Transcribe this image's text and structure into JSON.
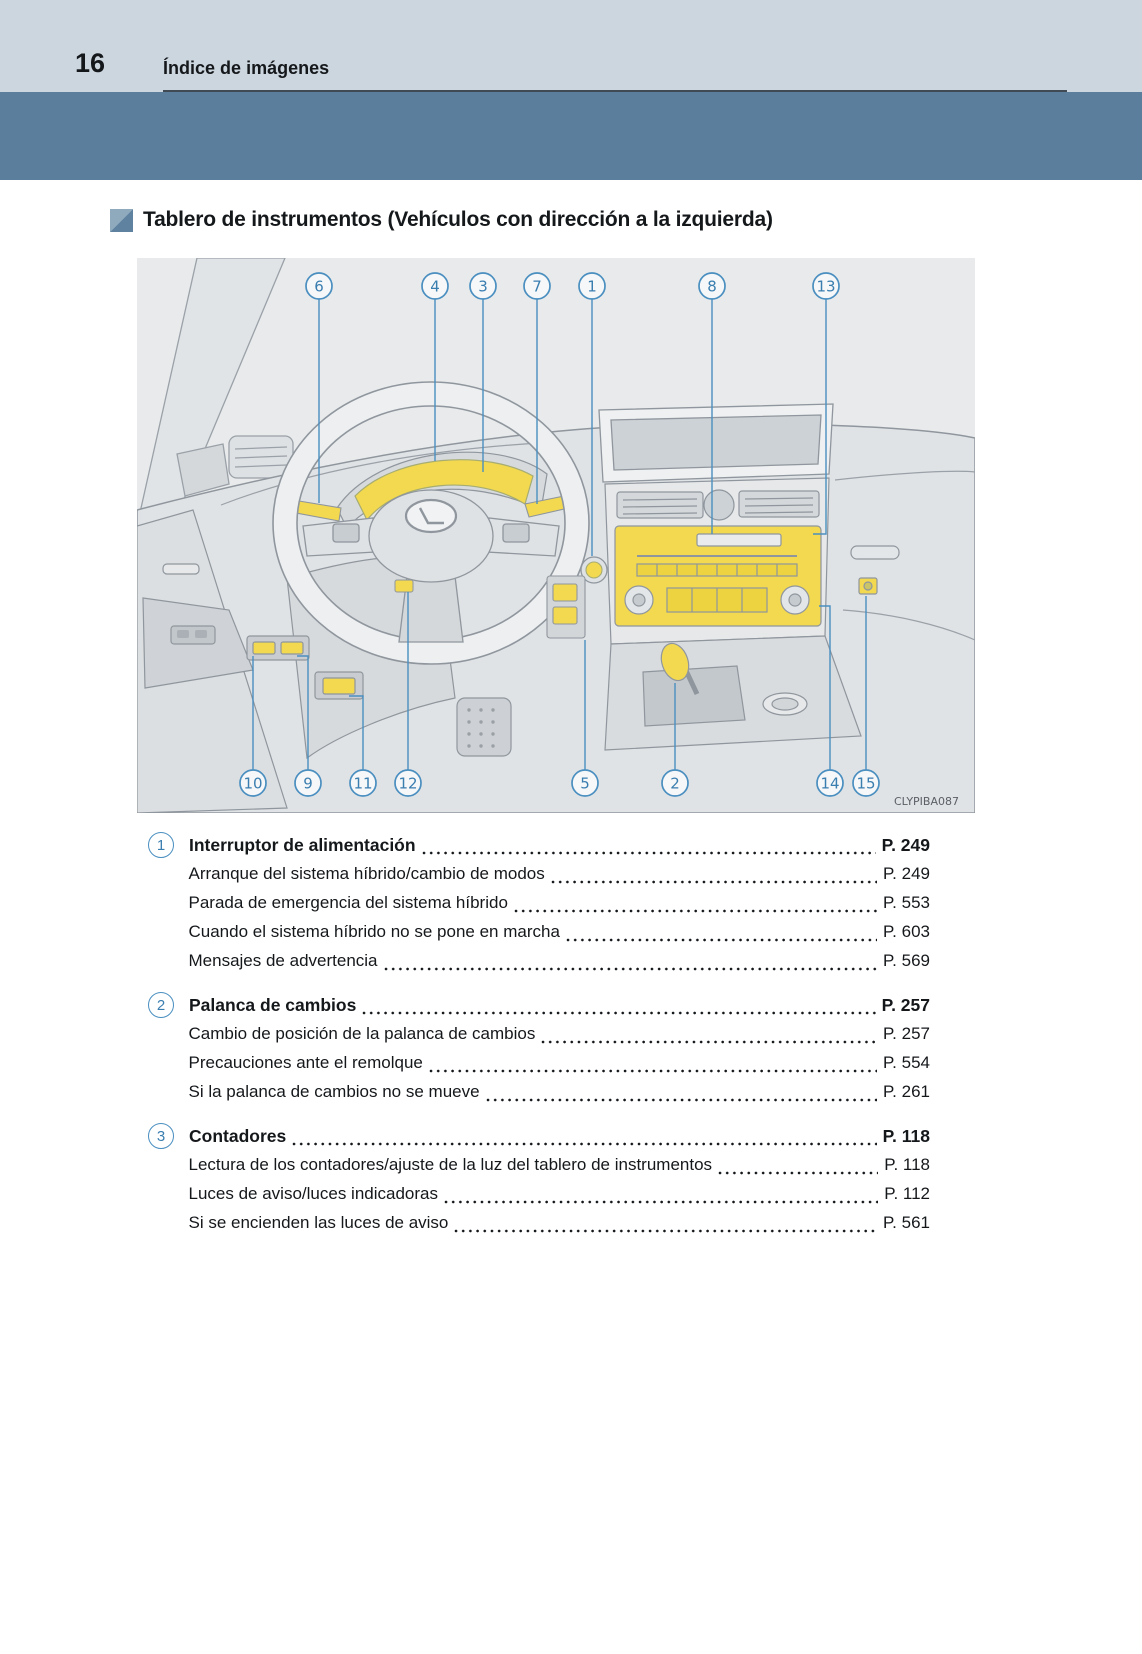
{
  "page": {
    "number": "16",
    "header_title": "Índice de imágenes"
  },
  "section": {
    "title": "Tablero de instrumentos (Vehículos con dirección a la izquierda)"
  },
  "diagram": {
    "image_code": "CLYPIBA087",
    "callouts_top": [
      "6",
      "4",
      "3",
      "7",
      "1",
      "8",
      "13"
    ],
    "callouts_bottom": [
      "10",
      "9",
      "11",
      "12",
      "5",
      "2",
      "14",
      "15"
    ]
  },
  "colors": {
    "callout_blue": "#4a8fc0",
    "highlight_yellow": "#f3d94f",
    "header_band": "#5a7e9c"
  },
  "index": {
    "entries": [
      {
        "num": "1",
        "title": "Interruptor de alimentación",
        "page": "P. 249",
        "subs": [
          {
            "text": "Arranque del sistema híbrido/cambio de modos",
            "page": "P. 249"
          },
          {
            "text": "Parada de emergencia del sistema híbrido",
            "page": "P. 553"
          },
          {
            "text": "Cuando el sistema híbrido no se pone en marcha",
            "page": "P. 603"
          },
          {
            "text": "Mensajes de advertencia",
            "page": "P. 569"
          }
        ]
      },
      {
        "num": "2",
        "title": "Palanca de cambios",
        "page": "P. 257",
        "subs": [
          {
            "text": "Cambio de posición de la palanca de cambios",
            "page": "P. 257"
          },
          {
            "text": "Precauciones ante el remolque",
            "page": "P. 554"
          },
          {
            "text": "Si la palanca de cambios no se mueve",
            "page": "P. 261"
          }
        ]
      },
      {
        "num": "3",
        "title": "Contadores",
        "page": "P. 118",
        "subs": [
          {
            "text": "Lectura de los contadores/ajuste de la luz del tablero de instrumentos",
            "page": "P. 118"
          },
          {
            "text": "Luces de aviso/luces indicadoras",
            "page": "P. 112"
          },
          {
            "text": "Si se encienden las luces de aviso",
            "page": "P. 561"
          }
        ]
      }
    ]
  }
}
